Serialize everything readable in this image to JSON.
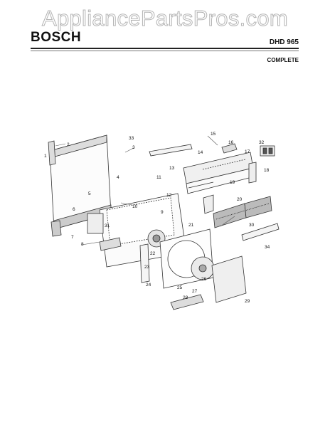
{
  "header": {
    "watermark": "AppliancePartsPros.com",
    "brand": "BOSCH",
    "model": "DHD 965",
    "subtitle": "COMPLETE"
  },
  "callouts": [
    "33",
    "15",
    "16",
    "17",
    "32",
    "14",
    "13",
    "18",
    "11",
    "12",
    "19",
    "20",
    "21",
    "22",
    "23",
    "24",
    "25",
    "26",
    "27",
    "28",
    "29",
    "30",
    "31",
    "34",
    "1",
    "2",
    "3",
    "4",
    "5",
    "6",
    "7",
    "8",
    "9",
    "10"
  ]
}
